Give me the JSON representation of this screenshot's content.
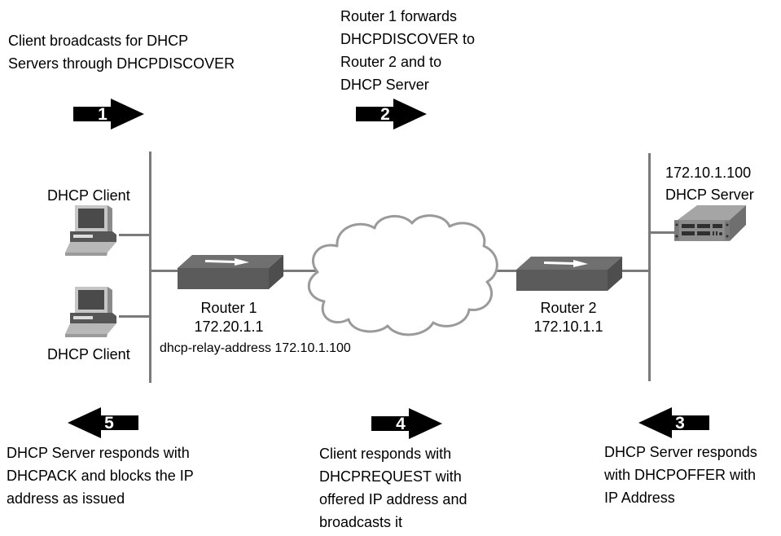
{
  "diagram": {
    "background": "#ffffff",
    "colors": {
      "line": "#7a7a7a",
      "cloud_outline": "#9a9a9a",
      "arrow_fill": "#000000",
      "arrow_number": "#ffffff",
      "text": "#000000",
      "router_front": "#5b5b5b",
      "server_front": "#8c8c8c"
    },
    "steps": [
      {
        "num": "1",
        "direction": "right",
        "text": "Client broadcasts for DHCP\nServers through DHCPDISCOVER"
      },
      {
        "num": "2",
        "direction": "right",
        "text": "Router 1 forwards\nDHCPDISCOVER to\nRouter 2 and to\nDHCP Server"
      },
      {
        "num": "3",
        "direction": "left",
        "text": "DHCP Server responds\nwith DHCPOFFER with\nIP Address"
      },
      {
        "num": "4",
        "direction": "right",
        "text": "Client responds with\nDHCPREQUEST with\noffered IP address and\nbroadcasts it"
      },
      {
        "num": "5",
        "direction": "left",
        "text": "DHCP Server responds with\nDHCPACK and blocks the IP\naddress as issued"
      }
    ],
    "nodes": {
      "client1": {
        "label": "DHCP Client"
      },
      "client2": {
        "label": "DHCP Client"
      },
      "router1": {
        "name": "Router 1",
        "ip": "172.20.1.1",
        "relay": "dhcp-relay-address 172.10.1.100"
      },
      "router2": {
        "name": "Router 2",
        "ip": "172.10.1.1"
      },
      "server": {
        "ip": "172.10.1.100",
        "label": "DHCP Server"
      }
    }
  }
}
